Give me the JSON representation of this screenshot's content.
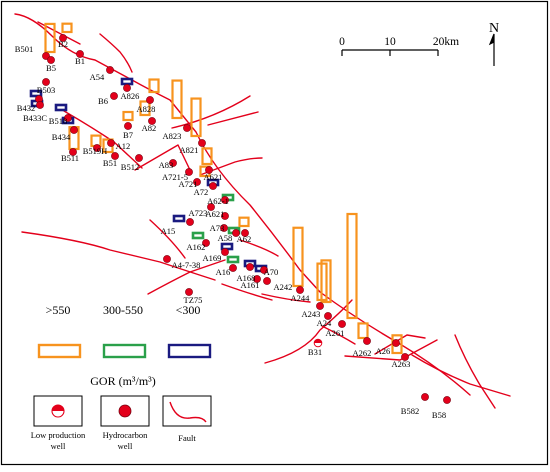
{
  "colors": {
    "fault": "#e3001b",
    "well_fill": "#e3001b",
    "gor_high": "#f7931e",
    "gor_mid": "#2aa04a",
    "gor_low": "#1a1a80",
    "border": "#000000"
  },
  "north": {
    "label": "N",
    "icon": "north-arrow-icon"
  },
  "scale_bar": {
    "ticks": [
      "0",
      "10",
      "20km"
    ]
  },
  "legend": {
    "gor_categories": [
      {
        "label": ">550",
        "color": "#f7931e"
      },
      {
        "label": "300-550",
        "color": "#2aa04a"
      },
      {
        "label": "<300",
        "color": "#1a1a80"
      }
    ],
    "gor_title": "GOR (m³/m³)",
    "symbols": [
      {
        "label": "Low production well",
        "line1": "Low production",
        "line2": "well",
        "icon": "low-production-well-icon"
      },
      {
        "label": "Hydrocarbon well",
        "line1": "Hydrocarbon",
        "line2": "well",
        "icon": "hydrocarbon-well-icon"
      },
      {
        "label": "Fault",
        "line1": "Fault",
        "line2": "",
        "icon": "fault-line-icon"
      }
    ]
  },
  "wells": [
    {
      "name": "B501",
      "gor_class": ">550",
      "gor_rel": 0.27
    },
    {
      "name": "B2",
      "gor_class": ">550",
      "gor_rel": 0.08
    },
    {
      "name": "B5",
      "gor_class": null,
      "gor_rel": null
    },
    {
      "name": "B1",
      "gor_class": null,
      "gor_rel": null
    },
    {
      "name": "A54",
      "gor_class": null,
      "gor_rel": null
    },
    {
      "name": "B503",
      "gor_class": null,
      "gor_rel": null
    },
    {
      "name": "A826",
      "gor_class": "<300",
      "gor_rel": null
    },
    {
      "name": "B6",
      "gor_class": null,
      "gor_rel": null
    },
    {
      "name": "B432",
      "gor_class": "<300",
      "gor_rel": null
    },
    {
      "name": "B433C",
      "gor_class": "<300",
      "gor_rel": null
    },
    {
      "name": "B518",
      "gor_class": "<300",
      "gor_rel": null
    },
    {
      "name": "A828",
      "gor_class": ">550",
      "gor_rel": 0.12
    },
    {
      "name": "A82",
      "gor_class": ">550",
      "gor_rel": 0.13
    },
    {
      "name": "B7",
      "gor_class": ">550",
      "gor_rel": 0.06
    },
    {
      "name": "B434",
      "gor_class": "<300",
      "gor_rel": null
    },
    {
      "name": "A823",
      "gor_class": ">550",
      "gor_rel": 0.36
    },
    {
      "name": "A12",
      "gor_class": null,
      "gor_rel": null
    },
    {
      "name": "B519H",
      "gor_class": ">550",
      "gor_rel": 0.1
    },
    {
      "name": "B511",
      "gor_class": ">550",
      "gor_rel": 0.21
    },
    {
      "name": "A821",
      "gor_class": ">550",
      "gor_rel": 0.36
    },
    {
      "name": "B51",
      "gor_class": ">550",
      "gor_rel": 0.12
    },
    {
      "name": "B512",
      "gor_class": null,
      "gor_rel": null
    },
    {
      "name": "A83",
      "gor_class": null,
      "gor_rel": null
    },
    {
      "name": "A621",
      "gor_class": ">550",
      "gor_rel": 0.15
    },
    {
      "name": "A721-5",
      "gor_class": null,
      "gor_rel": null
    },
    {
      "name": "A721",
      "gor_class": ">550",
      "gor_rel": 0.09
    },
    {
      "name": "A72",
      "gor_class": "<300",
      "gor_rel": null
    },
    {
      "name": "A62-1",
      "gor_class": "300-550",
      "gor_rel": null
    },
    {
      "name": "A723",
      "gor_class": null,
      "gor_rel": null
    },
    {
      "name": "A621",
      "gor_class": null,
      "gor_rel": null
    },
    {
      "name": "A15",
      "gor_class": "<300",
      "gor_rel": null
    },
    {
      "name": "A73",
      "gor_class": null,
      "gor_rel": null
    },
    {
      "name": "A58",
      "gor_class": "300-550",
      "gor_rel": null
    },
    {
      "name": "A62",
      "gor_class": ">550",
      "gor_rel": 0.08
    },
    {
      "name": "A162",
      "gor_class": "300-550",
      "gor_rel": null
    },
    {
      "name": "A169",
      "gor_class": "<300",
      "gor_rel": null
    },
    {
      "name": "A4-7-38",
      "gor_class": null,
      "gor_rel": null
    },
    {
      "name": "A16",
      "gor_class": "300-550",
      "gor_rel": null
    },
    {
      "name": "A168",
      "gor_class": "<300",
      "gor_rel": null
    },
    {
      "name": "A70",
      "gor_class": "<300",
      "gor_rel": null
    },
    {
      "name": "A161",
      "gor_class": null,
      "gor_rel": null
    },
    {
      "name": "A242",
      "gor_class": null,
      "gor_rel": null
    },
    {
      "name": "TZ75",
      "gor_class": null,
      "gor_rel": null
    },
    {
      "name": "A244",
      "gor_class": ">550",
      "gor_rel": 0.56
    },
    {
      "name": "A243",
      "gor_class": ">550",
      "gor_rel": 0.35
    },
    {
      "name": "A24",
      "gor_class": ">550",
      "gor_rel": 0.4
    },
    {
      "name": "A261",
      "gor_class": ">550",
      "gor_rel": 1.0
    },
    {
      "name": "B31",
      "gor_class": null,
      "gor_rel": null
    },
    {
      "name": "A262",
      "gor_class": ">550",
      "gor_rel": 0.14
    },
    {
      "name": "A26",
      "gor_class": ">550",
      "gor_rel": 0.17
    },
    {
      "name": "A263",
      "gor_class": null,
      "gor_rel": null
    },
    {
      "name": "B582",
      "gor_class": null,
      "gor_rel": null
    },
    {
      "name": "B58",
      "gor_class": null,
      "gor_rel": null
    }
  ]
}
